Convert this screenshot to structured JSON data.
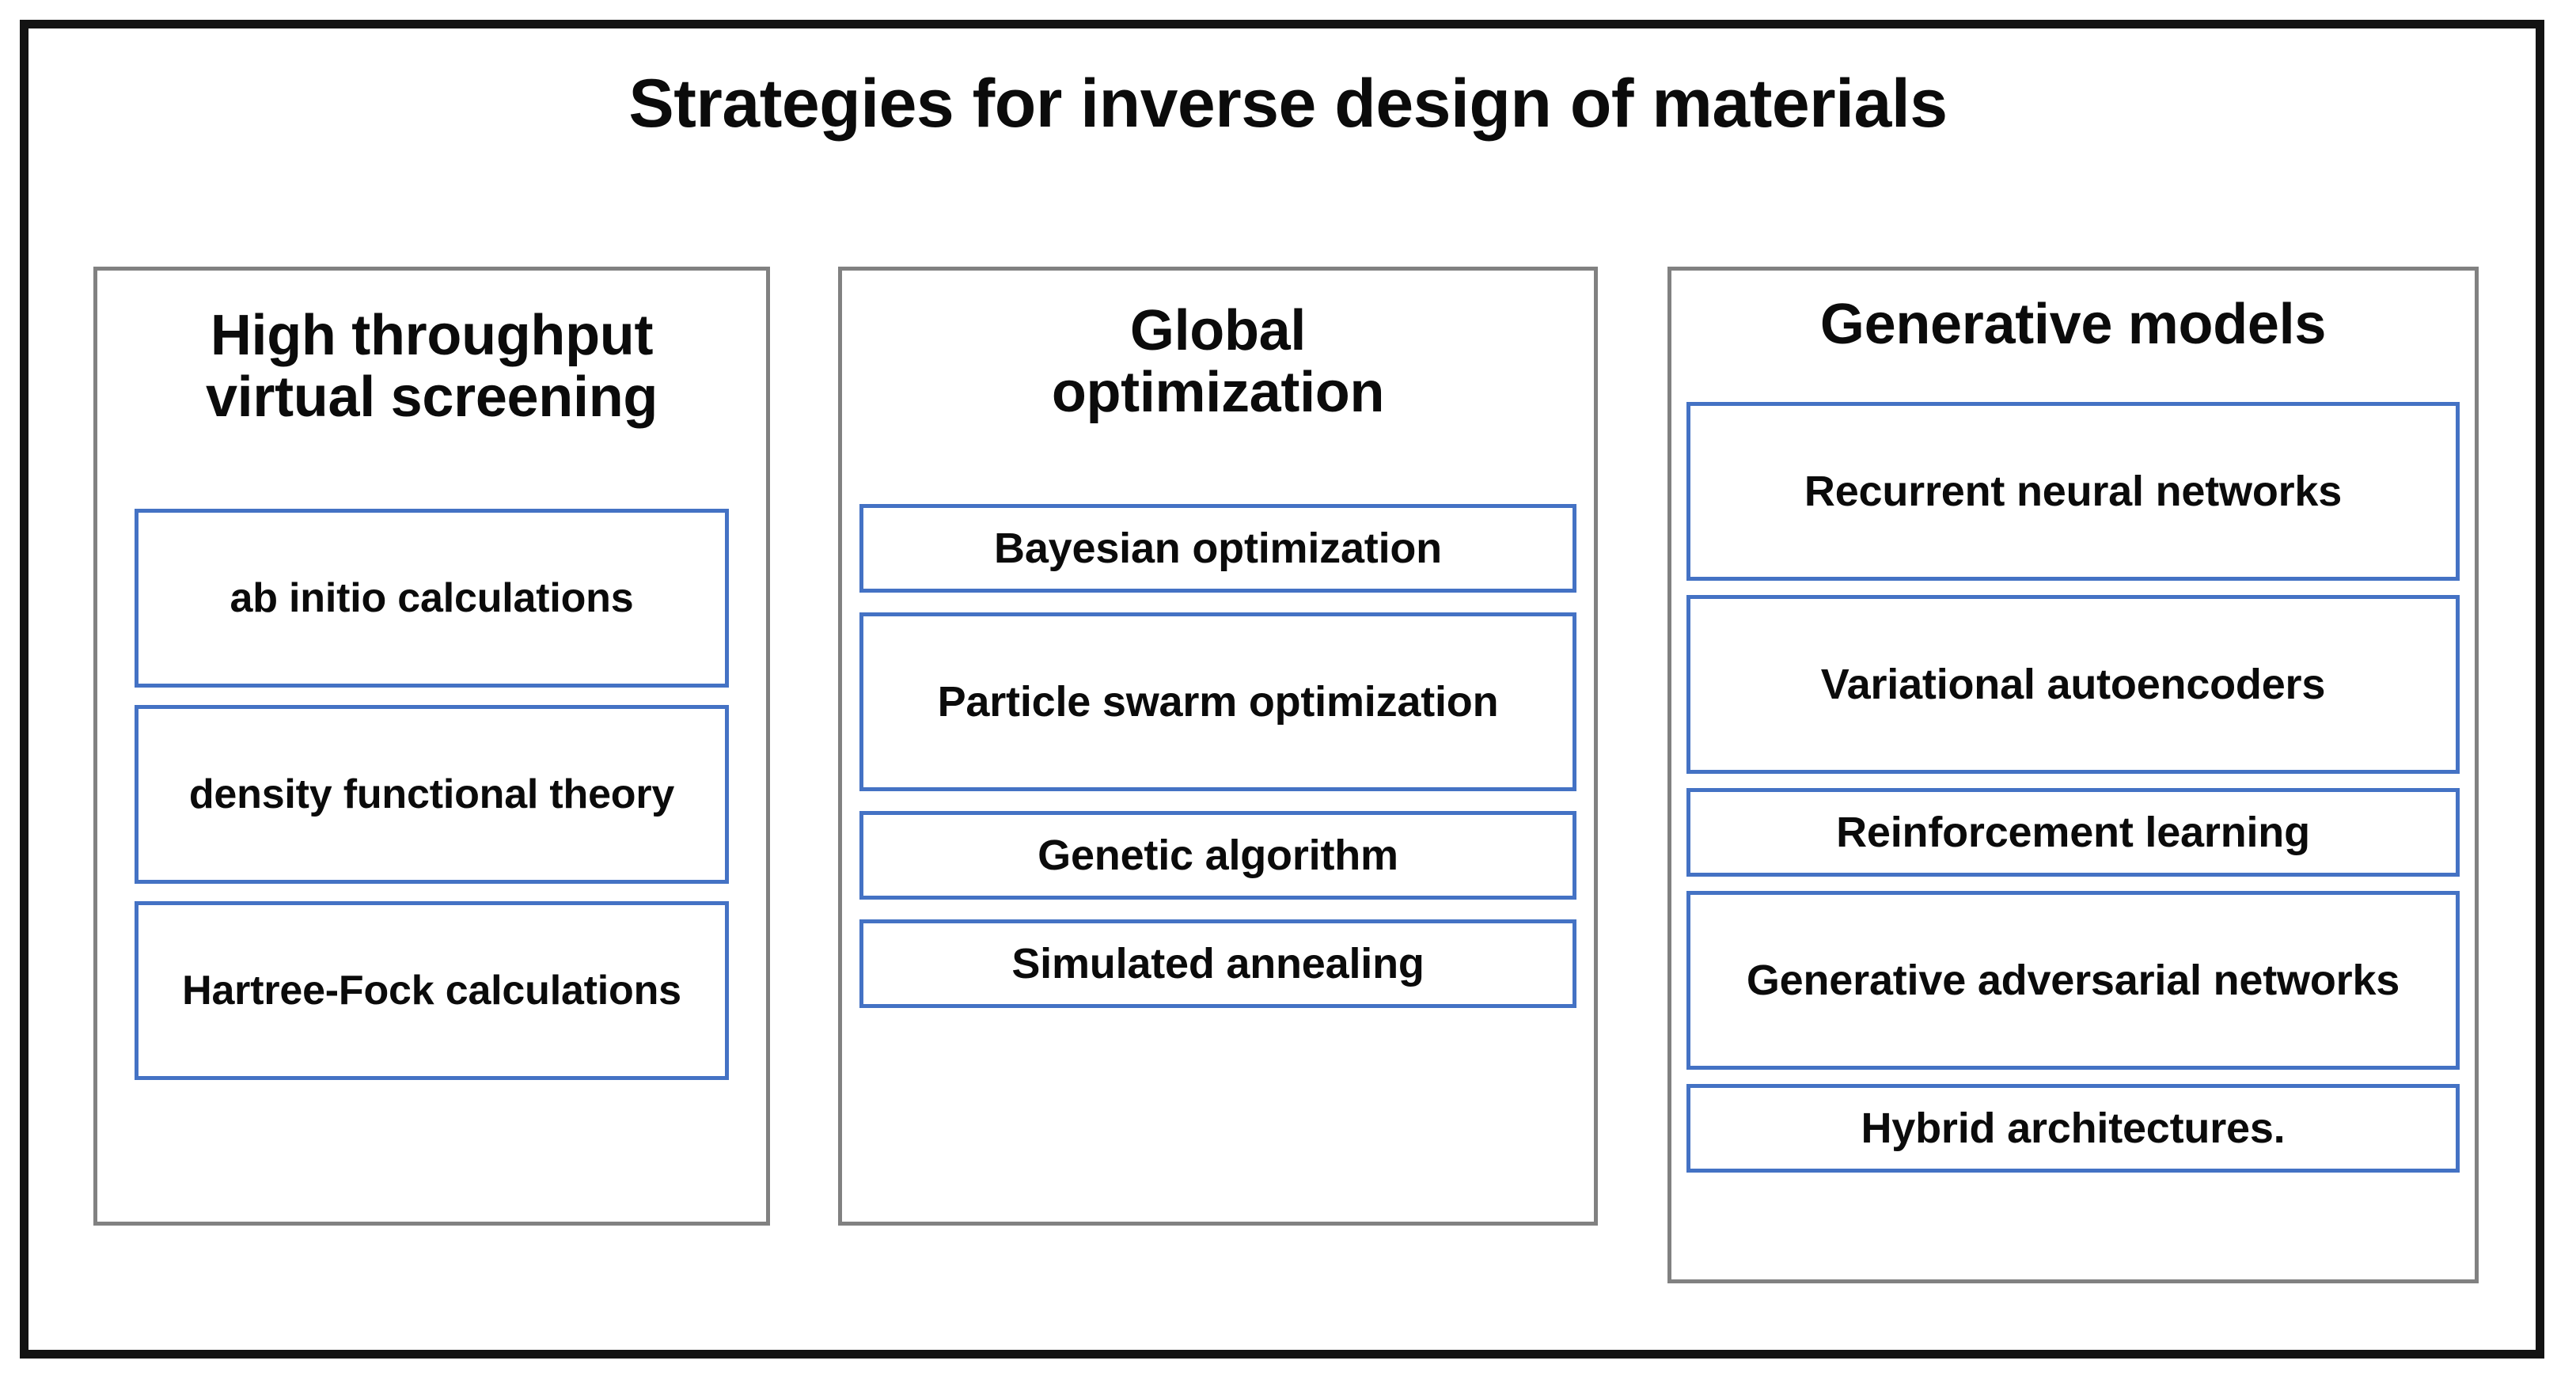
{
  "title": "Strategies for inverse design of materials",
  "colors": {
    "frame": "#131313",
    "column_border": "#818181",
    "item_border": "#4472C4",
    "text": "#0B0B0B",
    "background": "#FFFFFF"
  },
  "columns": [
    {
      "header": "High throughput\nvirtual screening",
      "header_lines": [
        "High throughput",
        "virtual screening"
      ],
      "items": [
        {
          "label": "ab initio calculations",
          "lines": 2
        },
        {
          "label": "density functional theory",
          "lines": 2
        },
        {
          "label": "Hartree-Fock calculations",
          "lines": 2
        }
      ]
    },
    {
      "header": "Global\noptimization",
      "header_lines": [
        "Global",
        "optimization"
      ],
      "items": [
        {
          "label": "Bayesian optimization",
          "lines": 1
        },
        {
          "label": "Particle swarm optimization",
          "lines": 2
        },
        {
          "label": "Genetic algorithm",
          "lines": 1
        },
        {
          "label": "Simulated annealing",
          "lines": 1
        }
      ]
    },
    {
      "header": "Generative models",
      "header_lines": [
        "Generative models"
      ],
      "items": [
        {
          "label": "Recurrent neural networks",
          "lines": 2
        },
        {
          "label": "Variational autoencoders",
          "lines": 2
        },
        {
          "label": "Reinforcement learning",
          "lines": 1
        },
        {
          "label": "Generative adversarial networks",
          "lines": 2
        },
        {
          "label": "Hybrid architectures.",
          "lines": 1
        }
      ]
    }
  ]
}
